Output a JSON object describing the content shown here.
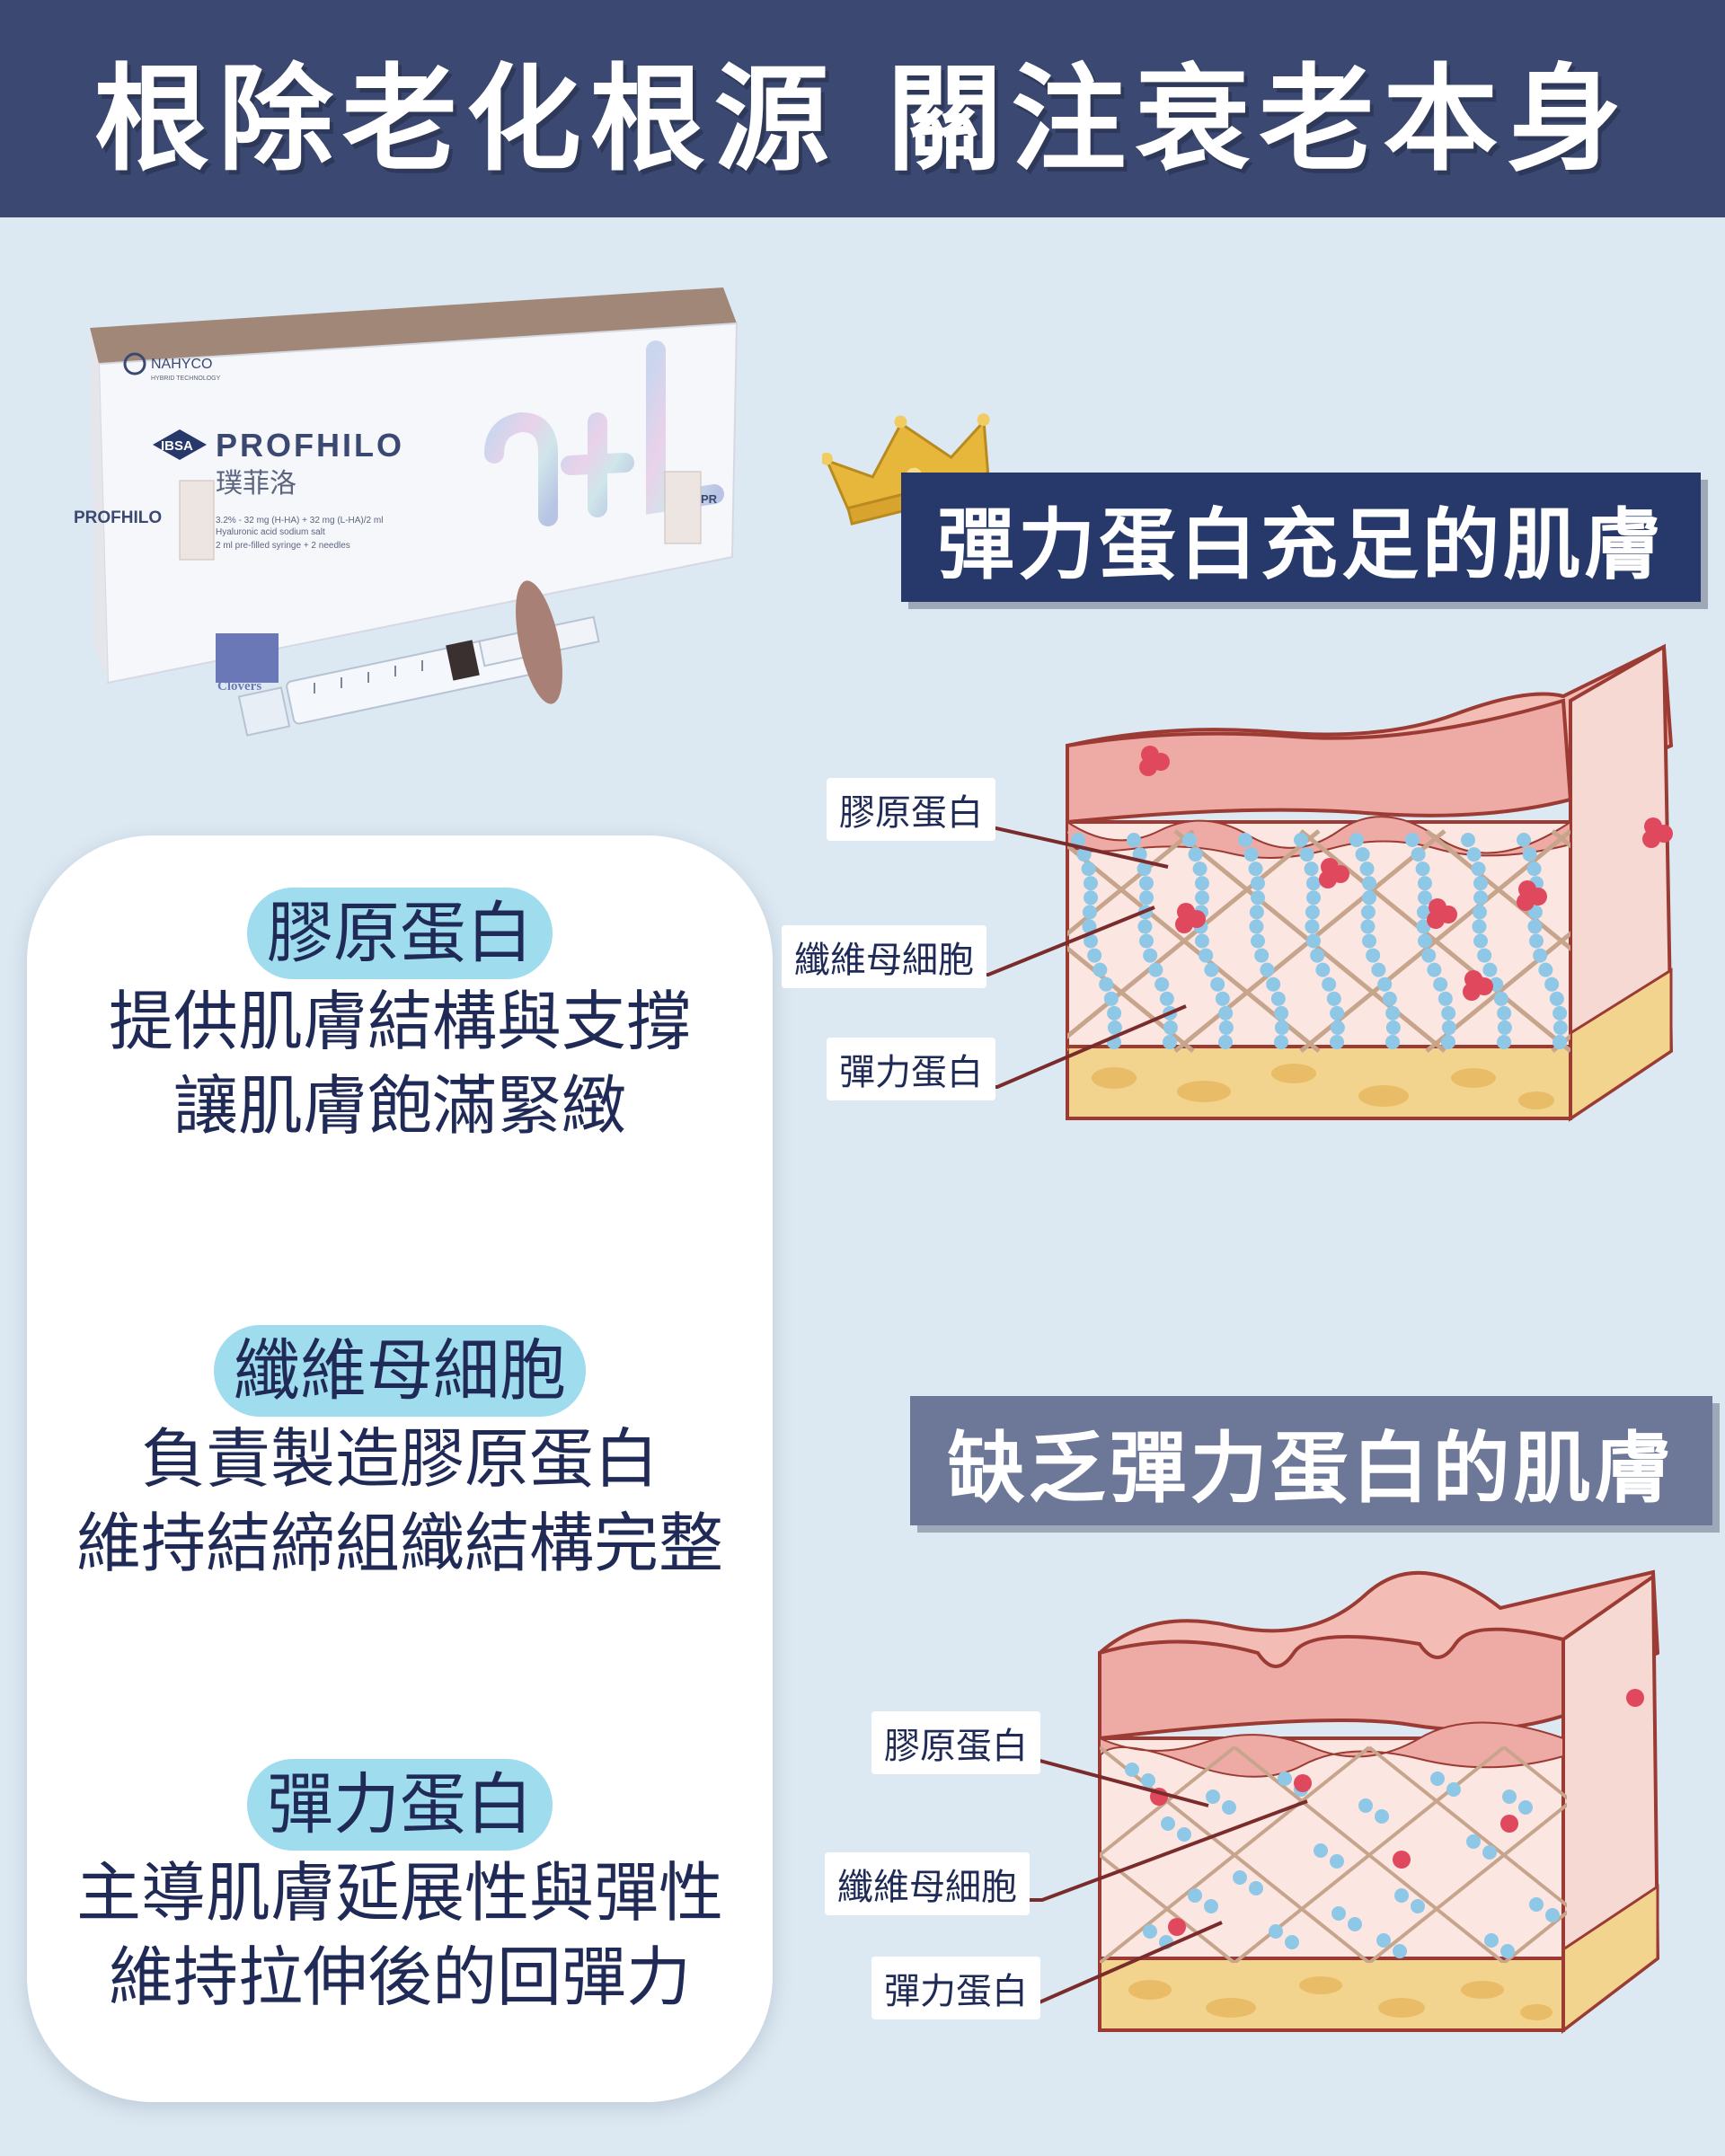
{
  "header": {
    "title": "根除老化根源 關注衰老本身"
  },
  "product": {
    "brand_small": "NAHYCO",
    "brand_small_sub": "HYBRID TECHNOLOGY",
    "company_badge": "IBSA",
    "name": "PROFHILO",
    "name_side": "PROFHILO",
    "name_edge": "PR",
    "name_cn": "璞菲洛",
    "spec_line1": "3.2% - 32 mg (H-HA) + 32 mg (L-HA)/2 ml",
    "spec_line2": "Hyaluronic acid sodium salt",
    "spec_line3": "2 ml pre-filled syringe + 2 needles",
    "hl_mark": "h+L",
    "sticker": "Clovers"
  },
  "info": {
    "sections": [
      {
        "title": "膠原蛋白",
        "lines": [
          "提供肌膚結構與支撐",
          "讓肌膚飽滿緊緻"
        ]
      },
      {
        "title": "纖維母細胞",
        "lines": [
          "負責製造膠原蛋白",
          "維持結締組織結構完整"
        ]
      },
      {
        "title": "彈力蛋白",
        "lines": [
          "主導肌膚延展性與彈性",
          "維持拉伸後的回彈力"
        ]
      }
    ]
  },
  "diagram_full": {
    "banner": "彈力蛋白充足的肌膚",
    "labels": [
      "膠原蛋白",
      "纖維母細胞",
      "彈力蛋白"
    ]
  },
  "diagram_lack": {
    "banner": "缺乏彈力蛋白的肌膚",
    "labels": [
      "膠原蛋白",
      "纖維母細胞",
      "彈力蛋白"
    ]
  },
  "colors": {
    "background": "#dde9f2",
    "header": "#3b4872",
    "banner_full": "#27386a",
    "banner_lack": "#6d7898",
    "pill": "#9fdcee",
    "text": "#1f2a56",
    "epidermis": "#eeaaa4",
    "dermis": "#fbe6e2",
    "fat": "#f3d48e",
    "elastin_bead": "#8ec8e6",
    "fibroblast": "#e0485e",
    "collagen_fiber": "#c7a58c"
  },
  "icons": [
    "crown-icon",
    "syringe-icon"
  ]
}
